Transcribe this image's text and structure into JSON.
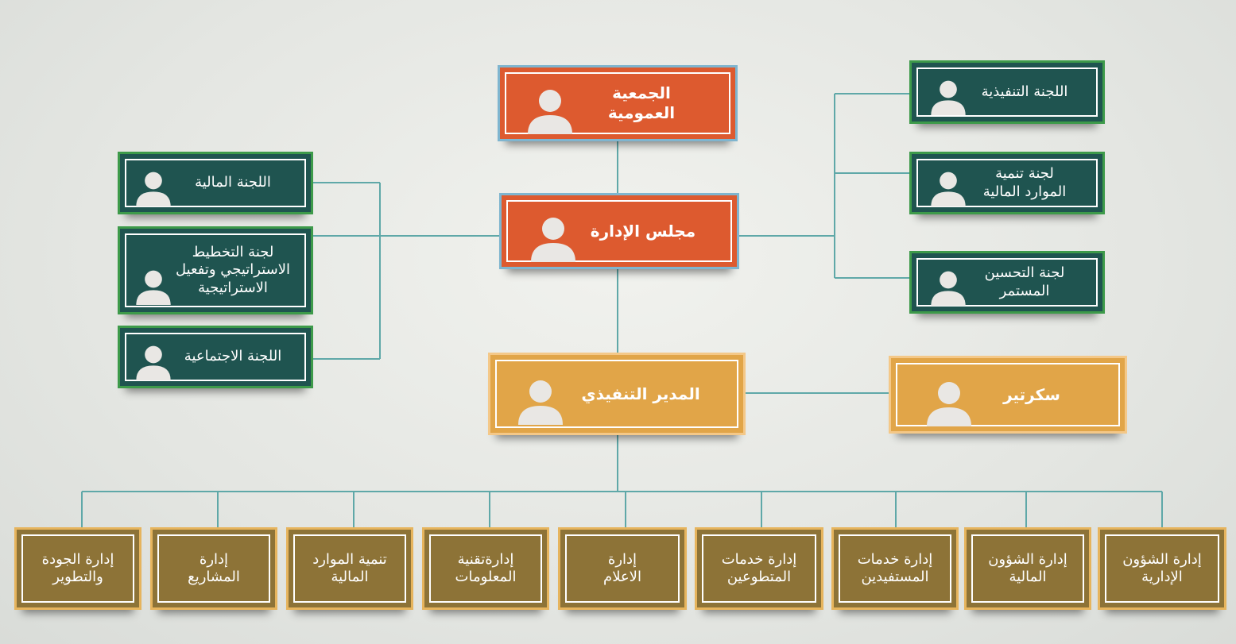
{
  "colors": {
    "orange": "#dd5a2f",
    "teal": "#1f5450",
    "gold": "#e1a548",
    "olive": "#8d7337",
    "connector": "#5fa8a8"
  },
  "icon": "person-icon",
  "top": {
    "general_assembly": "الجمعية\nالعمومية",
    "board": "مجلس الإدارة",
    "executive_director": "المدير التنفيذي",
    "secretary": "سكرتير"
  },
  "left_committees": [
    "اللجنة المالية",
    "لجنة التخطيط\nالاستراتيجي وتفعيل\nالاستراتيجية",
    "اللجنة الاجتماعية"
  ],
  "right_committees": [
    "اللجنة التنفيذية",
    "لجنة تنمية\nالموارد المالية",
    "لجنة التحسين\nالمستمر"
  ],
  "departments": [
    "إدارة الجودة\nوالتطوير",
    "إدارة\nالمشاريع",
    "تنمية الموارد\nالمالية",
    "إدارةتقنية\nالمعلومات",
    "إدارة\nالاعلام",
    "إدارة خدمات\nالمتطوعين",
    "إدارة خدمات\nالمستفيدين",
    "إدارة الشؤون\nالمالية",
    "إدارة الشؤون\nالإدارية"
  ]
}
